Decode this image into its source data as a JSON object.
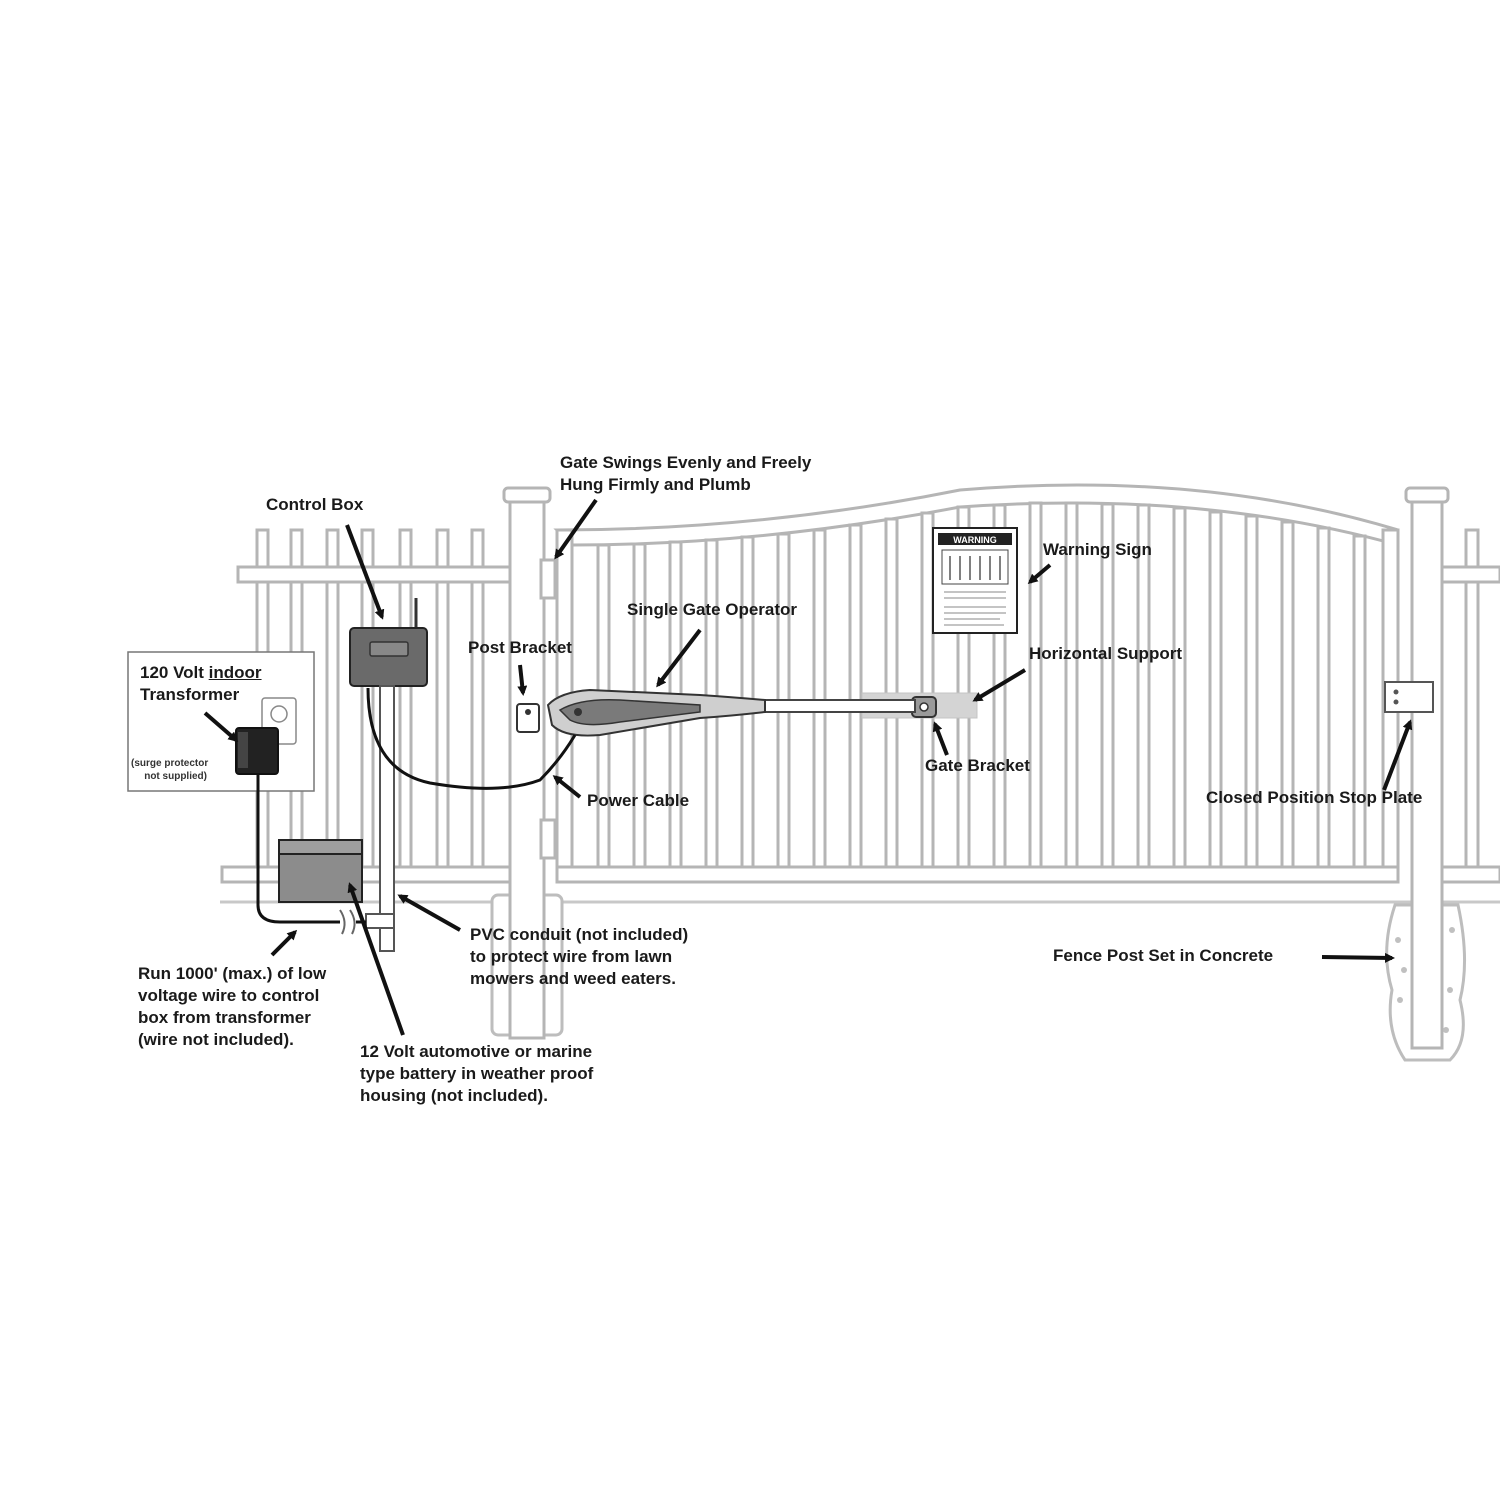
{
  "labels": {
    "gate_swings": [
      "Gate Swings Evenly and Freely",
      "Hung Firmly and Plumb"
    ],
    "control_box": "Control Box",
    "transformer": {
      "line1_prefix": "120 Volt ",
      "line1_underlined": "indoor",
      "line2": "Transformer",
      "note": [
        "(surge protector",
        "not supplied)"
      ]
    },
    "warning_sign": "Warning Sign",
    "single_gate_operator": "Single Gate Operator",
    "post_bracket": "Post Bracket",
    "horizontal_support": "Horizontal Support",
    "gate_bracket": "Gate Bracket",
    "power_cable": "Power Cable",
    "closed_position_stop_plate": "Closed Position Stop Plate",
    "pvc_conduit": [
      "PVC conduit (not included)",
      "to protect wire from lawn",
      "mowers and weed eaters."
    ],
    "run_wire": [
      "Run 1000' (max.) of low",
      "voltage wire to control",
      "box from transformer",
      "(wire not included)."
    ],
    "battery": [
      "12 Volt automotive or marine",
      "type battery in weather proof",
      "housing (not included)."
    ],
    "fence_post": "Fence Post Set in Concrete"
  },
  "warning_sign_header": "WARNING",
  "colors": {
    "fence": "#b5b5b5",
    "device_dark": "#595959",
    "device_mid": "#8a8a8a",
    "ink": "#111111"
  }
}
